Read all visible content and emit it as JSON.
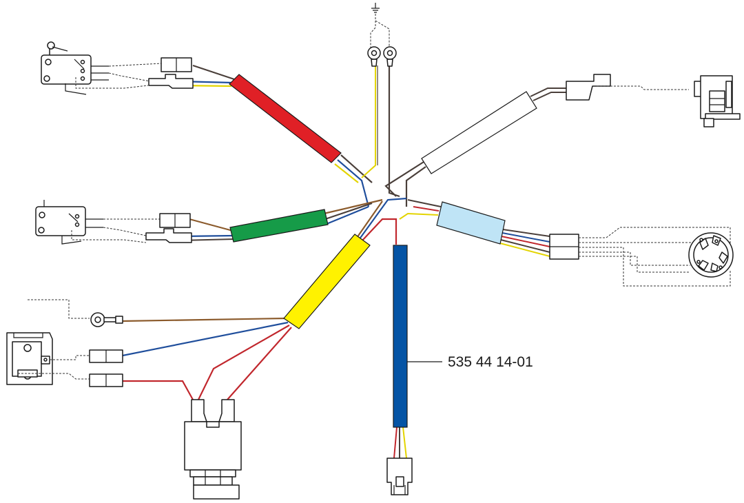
{
  "part_label": "535 44 14-01",
  "colors": {
    "red": "#e02026",
    "green": "#169b48",
    "yellow": "#fff200",
    "blue": "#0554a5",
    "light_blue": "#bfe4f6",
    "white": "#ffffff",
    "wire_brown": "#8b5a2b",
    "wire_dark": "#4a3f3a",
    "wire_red": "#c1272d",
    "wire_blue": "#1f4e9c",
    "wire_yellow": "#e3d400"
  },
  "sleeves": [
    {
      "name": "red-sleeve",
      "color": "red"
    },
    {
      "name": "green-sleeve",
      "color": "green"
    },
    {
      "name": "yellow-sleeve",
      "color": "yellow"
    },
    {
      "name": "blue-sleeve",
      "color": "blue"
    },
    {
      "name": "light-blue-sleeve",
      "color": "light_blue"
    },
    {
      "name": "white-sleeve",
      "color": "white"
    }
  ]
}
